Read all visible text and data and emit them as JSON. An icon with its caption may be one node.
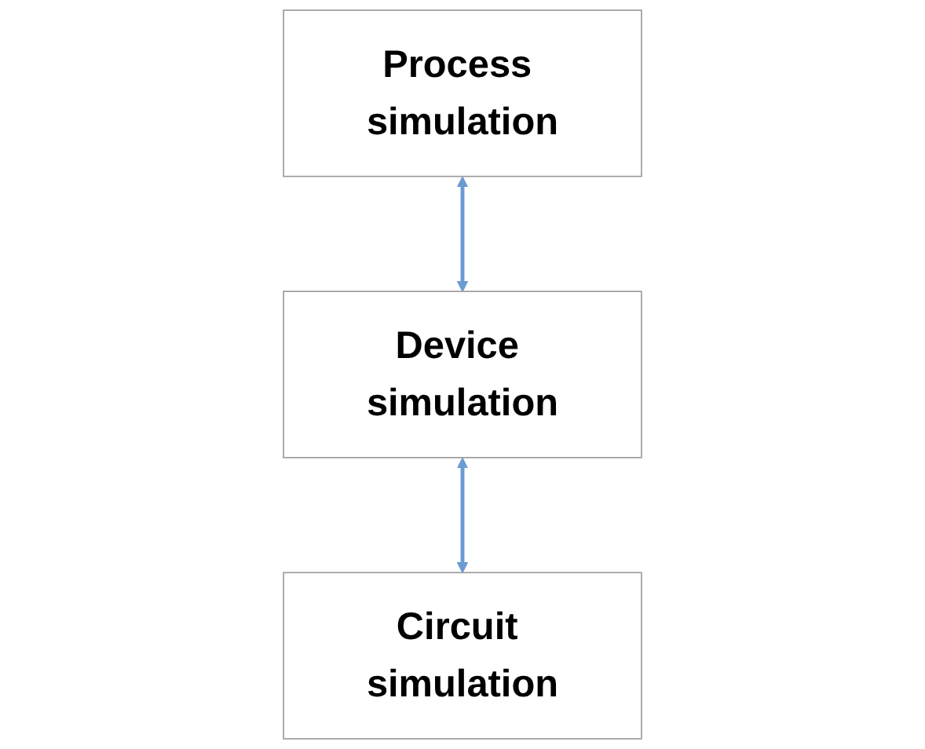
{
  "diagram": {
    "nodes": [
      {
        "text": [
          "Process simulation"
        ]
      },
      {
        "text": [
          "Device simulation"
        ]
      },
      {
        "text": [
          "Circuit simulation"
        ]
      }
    ],
    "edges": [
      {
        "from": 0,
        "to": 1,
        "arrow": "both"
      },
      {
        "from": 1,
        "to": 2,
        "arrow": "both"
      }
    ]
  }
}
